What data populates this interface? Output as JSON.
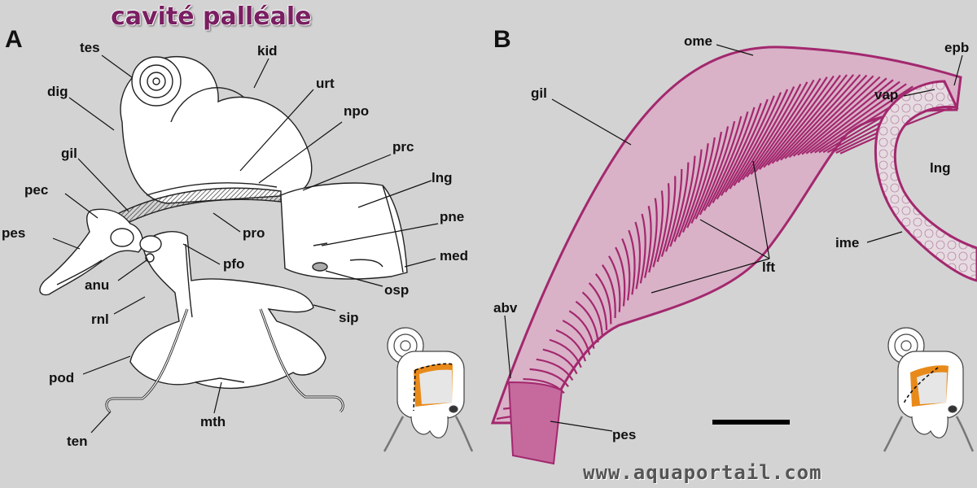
{
  "title": "cavité palléale",
  "panel_a": {
    "letter": "A",
    "labels": {
      "tes": "tes",
      "kid": "kid",
      "dig": "dig",
      "urt": "urt",
      "npo": "npo",
      "gil": "gil",
      "prc": "prc",
      "pec": "pec",
      "lng": "lng",
      "pes": "pes",
      "pne": "pne",
      "pro": "pro",
      "med": "med",
      "pfo": "pfo",
      "anu": "anu",
      "osp": "osp",
      "rnl": "rnl",
      "sip": "sip",
      "pod": "pod",
      "mth": "mth",
      "ten": "ten"
    }
  },
  "panel_b": {
    "letter": "B",
    "labels": {
      "ome": "ome",
      "epb": "epb",
      "gil": "gil",
      "vap": "vap",
      "lng": "lng",
      "ime": "ime",
      "lft": "lft",
      "abv": "abv",
      "pes": "pes"
    }
  },
  "website": "www.aquaportail.com",
  "colors": {
    "background": "#d3d3d3",
    "title": "#7a1e62",
    "tissue": "#a3286e",
    "cavity_highlight": "#e88a1a",
    "lung_fill": "#e2d6dc"
  }
}
